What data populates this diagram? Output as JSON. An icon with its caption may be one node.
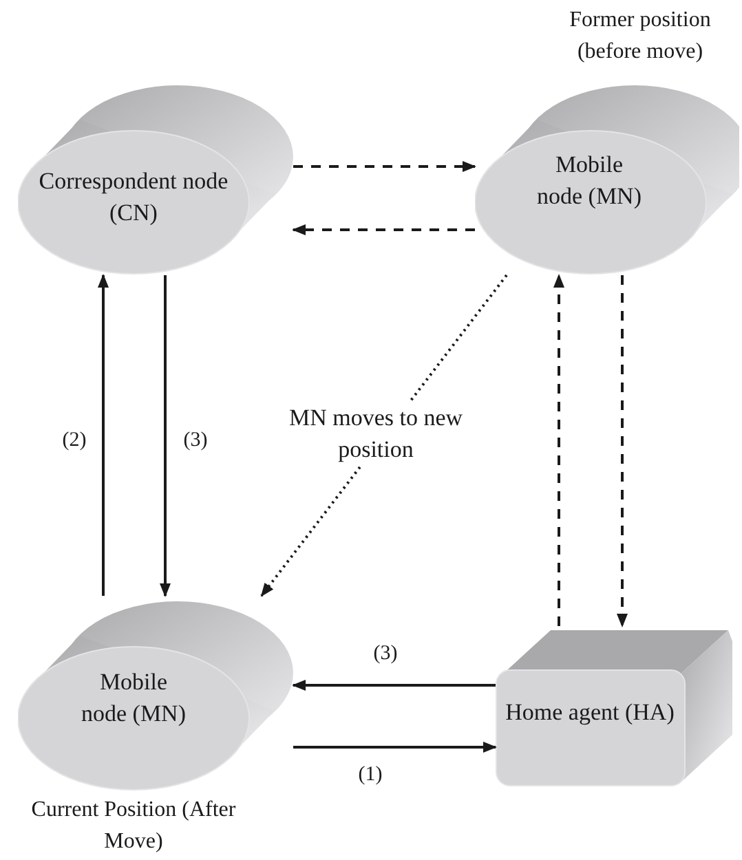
{
  "diagram": {
    "nodes": [
      {
        "text": [
          "Correspondent node (CN)"
        ]
      },
      {
        "text": [
          "Mobile node (MN)"
        ],
        "beside": [
          "Former position (before move)"
        ]
      },
      {
        "text": [
          "Mobile node (MN)"
        ],
        "beside": [
          "Current Position (After Move)"
        ]
      },
      {
        "text": [
          "Home agent (HA)"
        ]
      }
    ],
    "edges": [
      {
        "from": 0,
        "to": 1,
        "arrow": "to",
        "style": "dashed"
      },
      {
        "from": 1,
        "to": 0,
        "arrow": "to",
        "style": "dashed"
      },
      {
        "from": 2,
        "to": 0,
        "arrow": "to",
        "label": "(2)"
      },
      {
        "from": 0,
        "to": 2,
        "arrow": "to",
        "label": "(3)"
      },
      {
        "from": 1,
        "to": 2,
        "arrow": "to",
        "style": "dashed",
        "label": "MN moves to new position"
      },
      {
        "from": 3,
        "to": 1,
        "arrow": "to",
        "style": "dashed"
      },
      {
        "from": 1,
        "to": 3,
        "arrow": "to",
        "style": "dashed"
      },
      {
        "from": 3,
        "to": 2,
        "arrow": "to",
        "label": "(3)"
      },
      {
        "from": 2,
        "to": 3,
        "arrow": "to",
        "label": "(1)"
      }
    ]
  }
}
